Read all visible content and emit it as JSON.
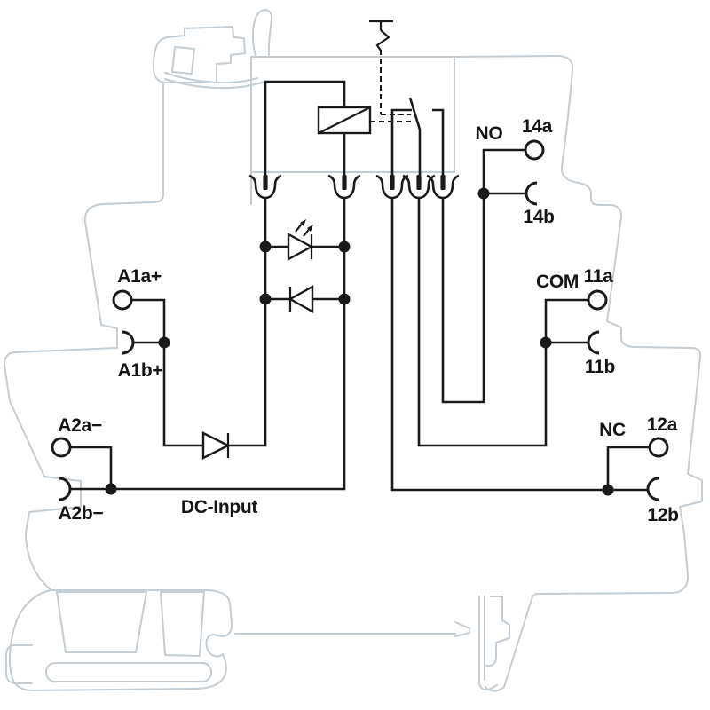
{
  "diagram": {
    "type": "relay-module-wiring-diagram",
    "labels": {
      "a1a": "A1a+",
      "a1b": "A1b+",
      "a2a": "A2a−",
      "a2b": "A2b−",
      "dc_input": "DC-Input",
      "no": "NO",
      "t14a": "14a",
      "t14b": "14b",
      "com": "COM",
      "t11a": "11a",
      "t11b": "11b",
      "nc": "NC",
      "t12a": "12a",
      "t12b": "12b"
    },
    "colors": {
      "circuit_line": "#1a1a1a",
      "housing_outline": "#c4cdd3",
      "background": "#ffffff"
    },
    "components": [
      "relay-coil",
      "led-indicator",
      "freewheel-diode",
      "polarity-protection-diode",
      "changeover-contact",
      "manual-test-actuator",
      "plug-in-connections",
      "din-rail-housing"
    ]
  }
}
